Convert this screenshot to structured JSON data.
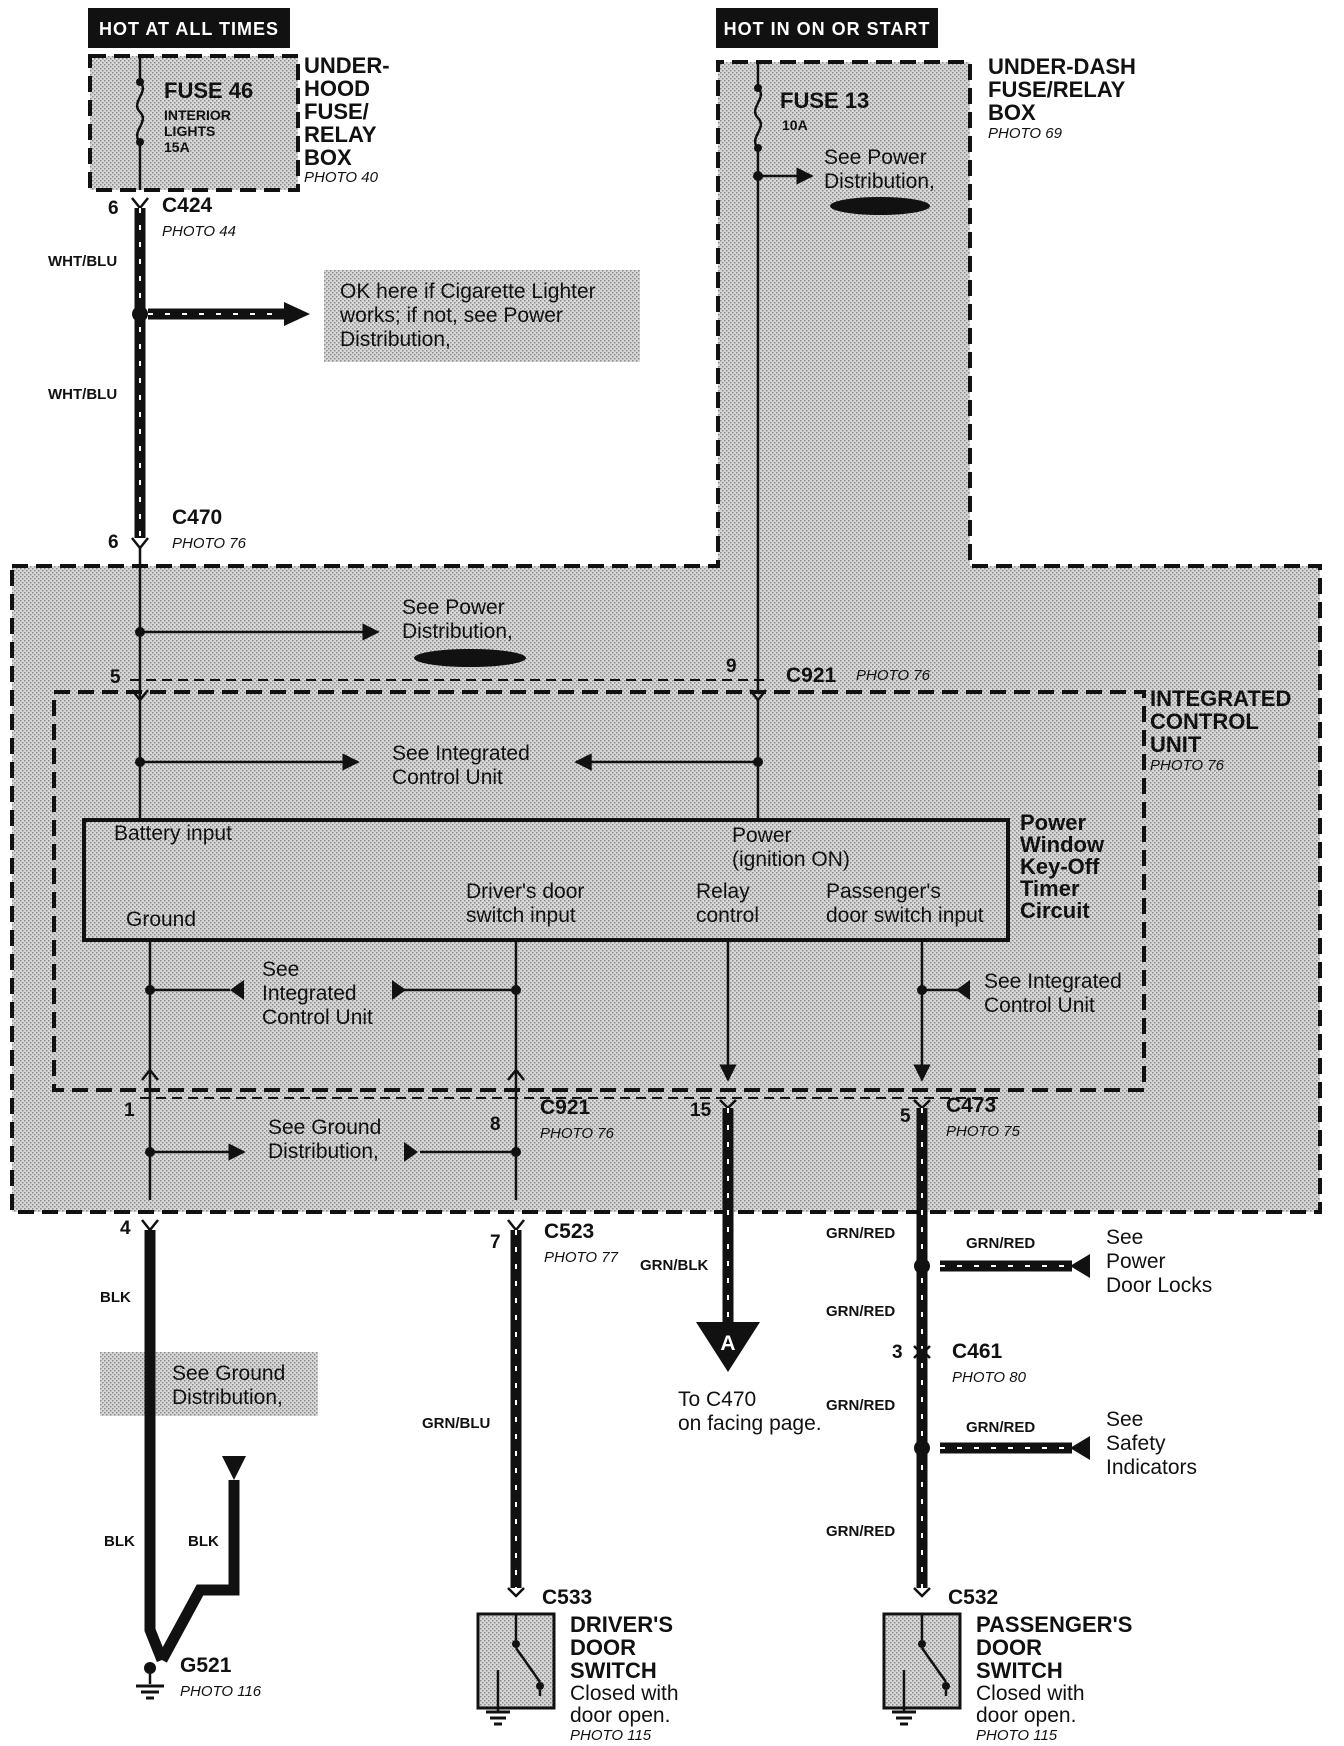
{
  "headers": {
    "hot_at_all_times": "HOT AT ALL TIMES",
    "hot_in_on_or_start": "HOT IN ON OR START"
  },
  "under_hood_box": {
    "name": [
      "UNDER-",
      "HOOD",
      "FUSE/",
      "RELAY",
      "BOX"
    ],
    "photo": "PHOTO 40",
    "fuse_name": "FUSE 46",
    "fuse_desc": [
      "INTERIOR",
      "LIGHTS",
      "15A"
    ]
  },
  "under_dash_box": {
    "name": [
      "UNDER-DASH",
      "FUSE/RELAY",
      "BOX"
    ],
    "photo": "PHOTO 69",
    "fuse_name": "FUSE 13",
    "fuse_rating": "10A",
    "note": [
      "See Power",
      "Distribution,"
    ]
  },
  "connectors": {
    "c424": {
      "pin": "6",
      "name": "C424",
      "photo": "PHOTO 44"
    },
    "c470": {
      "pin": "6",
      "name": "C470",
      "photo": "PHOTO 76"
    },
    "c921_top": {
      "pin_left": "5",
      "pin_right": "9",
      "name": "C921",
      "photo": "PHOTO 76"
    },
    "c921_bottom": {
      "pin1": "1",
      "pin8": "8",
      "name": "C921",
      "photo": "PHOTO 76"
    },
    "c473": {
      "pin15": "15",
      "pin5": "5",
      "name": "C473",
      "photo": "PHOTO 75"
    },
    "c523": {
      "pin4": "4",
      "pin7": "7",
      "name": "C523",
      "photo": "PHOTO 77"
    },
    "c461": {
      "pin": "3",
      "name": "C461",
      "photo": "PHOTO 80"
    },
    "c533": {
      "name": "C533"
    },
    "c532": {
      "name": "C532"
    },
    "g521": {
      "name": "G521",
      "photo": "PHOTO 116"
    }
  },
  "wires": {
    "wht_blu_1": "WHT/BLU",
    "wht_blu_2": "WHT/BLU",
    "blk_1": "BLK",
    "blk_2": "BLK",
    "blk_3": "BLK",
    "grn_blu": "GRN/BLU",
    "grn_blk": "GRN/BLK",
    "grn_red_1": "GRN/RED",
    "grn_red_2": "GRN/RED",
    "grn_red_3": "GRN/RED",
    "grn_red_4": "GRN/RED",
    "grn_red_5": "GRN/RED",
    "grn_red_6": "GRN/RED"
  },
  "notes": {
    "cigarette": [
      "OK here if Cigarette Lighter",
      "works; if not, see Power",
      "Distribution,"
    ],
    "power_dist_mid": [
      "See Power",
      "Distribution,"
    ],
    "icu_top": [
      "See Integrated",
      "Control Unit"
    ],
    "icu_left": [
      "See",
      "Integrated",
      "Control Unit"
    ],
    "icu_right": [
      "See Integrated",
      "Control Unit"
    ],
    "ground_dist_mid": [
      "See Ground",
      "Distribution,"
    ],
    "ground_dist_low": [
      "See Ground",
      "Distribution,"
    ],
    "power_door_locks": [
      "See",
      "Power",
      "Door Locks"
    ],
    "safety_indicators": [
      "See",
      "Safety",
      "Indicators"
    ],
    "to_c470": [
      "To C470",
      "on facing page."
    ]
  },
  "icu": {
    "name": [
      "INTEGRATED",
      "CONTROL",
      "UNIT"
    ],
    "photo": "PHOTO 76",
    "circuit_name": [
      "Power",
      "Window",
      "Key-Off",
      "Timer",
      "Circuit"
    ],
    "battery_input": "Battery input",
    "power": [
      "Power",
      "(ignition ON)"
    ],
    "ground": "Ground",
    "drivers_door": [
      "Driver's door",
      "switch input"
    ],
    "relay": [
      "Relay",
      "control"
    ],
    "passengers_door": [
      "Passenger's",
      "door switch input"
    ]
  },
  "connector_ref": "A",
  "switches": {
    "driver": {
      "name": [
        "DRIVER'S",
        "DOOR",
        "SWITCH"
      ],
      "desc": [
        "Closed with",
        "door open."
      ],
      "photo": "PHOTO 115"
    },
    "passenger": {
      "name": [
        "PASSENGER'S",
        "DOOR",
        "SWITCH"
      ],
      "desc": [
        "Closed with",
        "door open."
      ],
      "photo": "PHOTO 115"
    }
  }
}
